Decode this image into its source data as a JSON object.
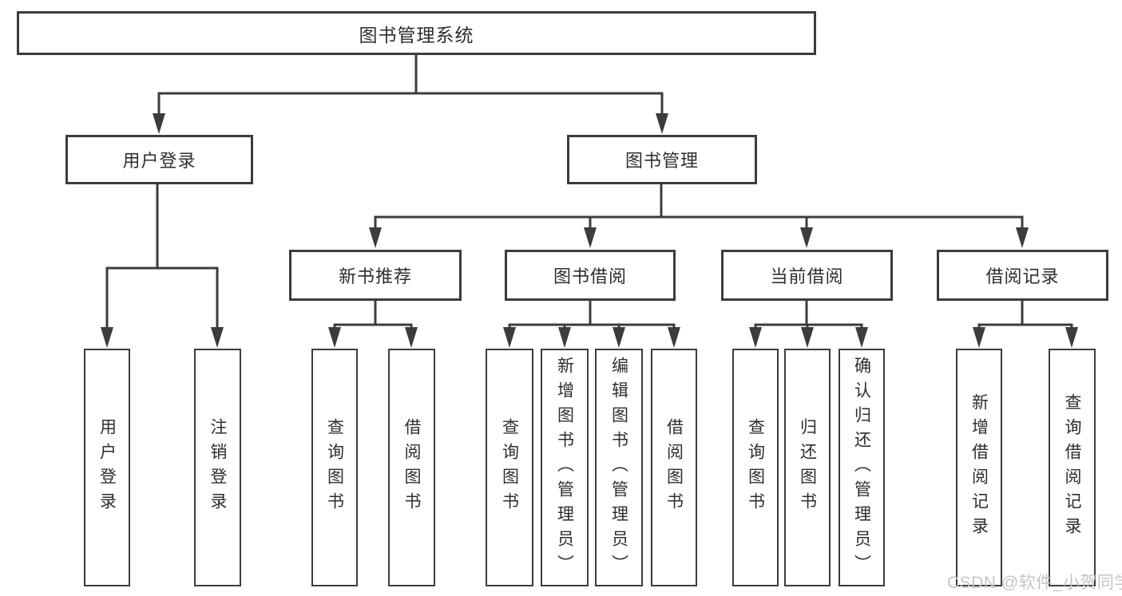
{
  "diagram": {
    "type": "tree-structure-chart",
    "nodes": {
      "root": "图书管理系统",
      "level2": [
        "用户登录",
        "图书管理"
      ],
      "level3": [
        "新书推荐",
        "图书借阅",
        "当前借阅",
        "借阅记录"
      ],
      "leaves": [
        "用户登录",
        "注销登录",
        "查询图书",
        "借阅图书",
        "查询图书",
        "新增图书（管理员）",
        "编辑图书（管理员）",
        "借阅图书",
        "查询图书",
        "归还图书",
        "确认归还（管理员）",
        "新增借阅记录",
        "查询借阅记录"
      ]
    },
    "hierarchy": {
      "图书管理系统": [
        "用户登录",
        "图书管理"
      ],
      "用户登录": [
        "用户登录",
        "注销登录"
      ],
      "图书管理": [
        "新书推荐",
        "图书借阅",
        "当前借阅",
        "借阅记录"
      ],
      "新书推荐": [
        "查询图书",
        "借阅图书"
      ],
      "图书借阅": [
        "查询图书",
        "新增图书（管理员）",
        "编辑图书（管理员）",
        "借阅图书"
      ],
      "当前借阅": [
        "查询图书",
        "归还图书",
        "确认归还（管理员）"
      ],
      "借阅记录": [
        "新增借阅记录",
        "查询借阅记录"
      ]
    },
    "colors": {
      "line": "#3c3c3c",
      "text": "#2e2e2e",
      "background": "#ffffff",
      "watermark": "#c4c4c4"
    }
  },
  "watermark": "CSDN @软件_小贺同学"
}
